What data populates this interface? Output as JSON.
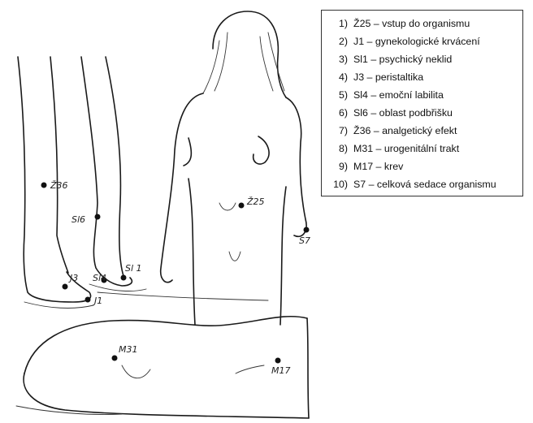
{
  "legend": {
    "items": [
      {
        "num": "1)",
        "text": "Ž25 – vstup do organismu"
      },
      {
        "num": "2)",
        "text": "J1 – gynekologické krvácení"
      },
      {
        "num": "3)",
        "text": "Sl1 – psychický neklid"
      },
      {
        "num": "4)",
        "text": "J3 – peristaltika"
      },
      {
        "num": "5)",
        "text": "Sl4 – emoční labilita"
      },
      {
        "num": "6)",
        "text": "Sl6 – oblast podbřišku"
      },
      {
        "num": "7)",
        "text": "Ž36 – analgetický efekt"
      },
      {
        "num": "8)",
        "text": "M31 – urogenitální trakt"
      },
      {
        "num": "9)",
        "text": "M17 – krev"
      },
      {
        "num": "10)",
        "text": "S7 – celková sedace organismu"
      }
    ]
  },
  "figure_labels": {
    "z36": "Ž36",
    "sl6": "Sl6",
    "j3": "J3",
    "sl4": "Sl4",
    "sl1": "Sl 1",
    "j1": "J1",
    "z25": "Ž25",
    "s7": "S7",
    "m31": "M31",
    "m17": "M17"
  }
}
